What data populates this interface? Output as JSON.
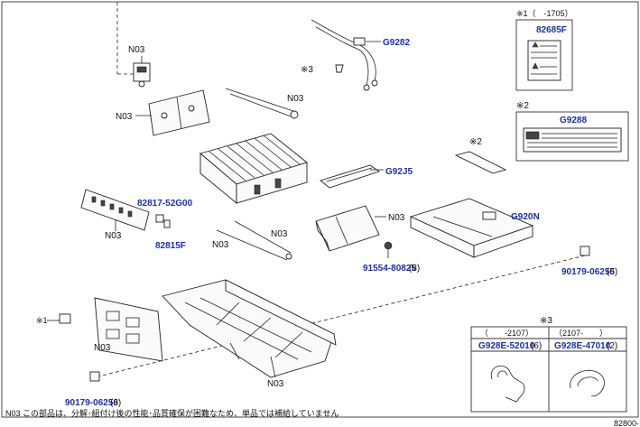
{
  "labels": {
    "n03": "N03",
    "g9282": "G9282",
    "g9288": "G9288",
    "g92j5": "G92J5",
    "g920n": "G920N",
    "p82685f": "82685F",
    "p82817": "82817-52G00",
    "p82815f": "82815F",
    "p91554": "91554-80825",
    "p91554_qty": "(8)",
    "p90179_right": "90179-06256",
    "p90179_right_qty": "(5)",
    "p90179_left": "90179-06256",
    "p90179_left_qty": "(3)",
    "ref1_head": "※1（　-1705）",
    "ref1": "※1",
    "ref2": "※2",
    "ref3": "※3",
    "code": "82800-"
  },
  "legend3": {
    "title": "※3",
    "col1_range": "（　　-2107）",
    "col2_range": "（2107-　　）",
    "col1_part": "G928E-52010",
    "col1_qty": "(6)",
    "col2_part": "G928E-47010",
    "col2_qty": "(2)"
  },
  "footnote": "N03  この部品は、分解･組付け後の性能･品質確保が困難なため、単品では補給していません",
  "colors": {
    "part_number": "#1a2fb0",
    "line": "#222222"
  }
}
